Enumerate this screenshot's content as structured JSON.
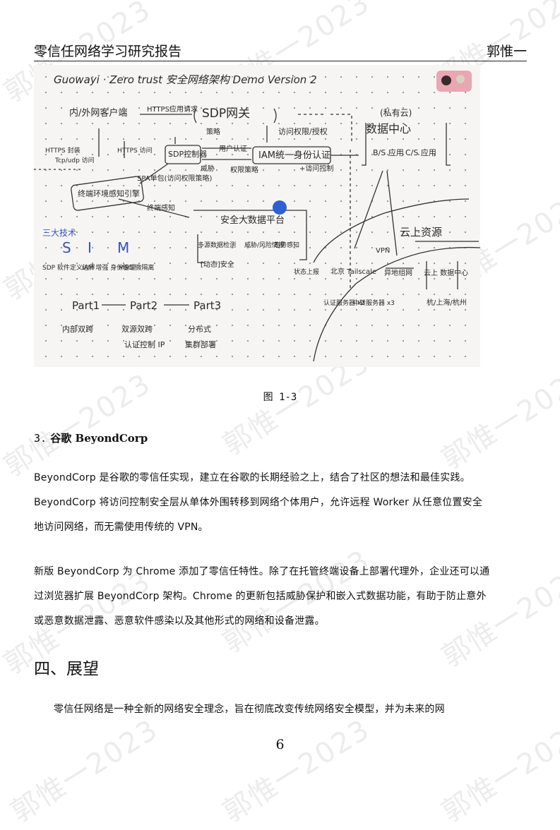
{
  "header": {
    "title": "零信任网络学习研究报告",
    "author": "郭惟一"
  },
  "watermark_text": "郭惟一2023",
  "figure": {
    "caption": "图 1-3",
    "sketch": {
      "title": "Guowayi · Zero trust 安全网络架构 Demo Version 2",
      "client": "内/外网客户端",
      "https_app_request": "HTTPS应用请求",
      "sdp_gateway": "SDP网关",
      "https_seal": "HTTPS 封装",
      "tcp_udp": "Tcp/udp 访问",
      "https_access": "HTTPS 访问",
      "sdp_control": "SDP控制器",
      "policy": "策略",
      "user_auth": "用户认证",
      "access_grant": "访问权限/授权",
      "iam": "IAM统一身份认证",
      "plus_access": "+访问控制",
      "spa": "SPA单包(访问权限策略)",
      "env_sense": "终端环境感知引擎",
      "threat": "威胁",
      "auth_policy": "权限策略",
      "terminal_sense": "终端感知",
      "security_platform": "安全大数据平台",
      "platform_items": [
        "多源数据检测",
        "威胁/风险情报",
        "态势感知"
      ],
      "dynamic_safe": "[动态]安全",
      "three_tech": "三大技术",
      "letters": [
        "S",
        "I",
        "M"
      ],
      "tech_items": [
        "SDP 软件定义边界",
        "IAM 增强 身份管理",
        "MSG 微隔离"
      ],
      "datacenter_top": "(私有云)",
      "datacenter": "数据中心",
      "bs_cs": [
        "B/S 应用",
        "C/S 应用"
      ],
      "cloud": "云上资源",
      "vpn": "VPN",
      "beijing": "北京 Tailscale",
      "servers": [
        "认证服务器 x2",
        "中转服务器 x3"
      ],
      "remote_net": "异地组网",
      "cloud_dc": "云上 数据中心",
      "cities": "杭/上海/杭州",
      "status_report": "状态上报",
      "parts": [
        "Part1",
        "Part2",
        "Part3"
      ],
      "part_notes": [
        "内部双跨",
        "双源双跨",
        "分布式"
      ],
      "part_notes2": [
        "认证控制 IP",
        "集群部署"
      ]
    }
  },
  "section": {
    "number": "3.",
    "title": "谷歌 BeyondCorp"
  },
  "paragraphs": [
    {
      "lines": [
        "BeyondCorp 是谷歌的零信任实现，建立在谷歌的长期经验之上，结合了社区的想法和最佳实践。",
        "BeyondCorp 将访问控制安全层从单体外围转移到网络个体用户，允许远程 Worker 从任意位置安全",
        "地访问网络，而无需使用传统的 VPN。"
      ]
    },
    {
      "lines": [
        "新版 BeyondCorp 为 Chrome 添加了零信任特性。除了在托管终端设备上部署代理外，企业还可以通",
        "过浏览器扩展 BeyondCorp 架构。Chrome 的更新包括威胁保护和嵌入式数据功能，有助于防止意外",
        "或恶意数据泄露、恶意软件感染以及其他形式的网络和设备泄露。"
      ]
    }
  ],
  "chapter": {
    "title": "四、展望",
    "intro": "零信任网络是一种全新的网络安全理念，旨在彻底改变传统网络安全模型，并为未来的网"
  },
  "page_number": "6"
}
